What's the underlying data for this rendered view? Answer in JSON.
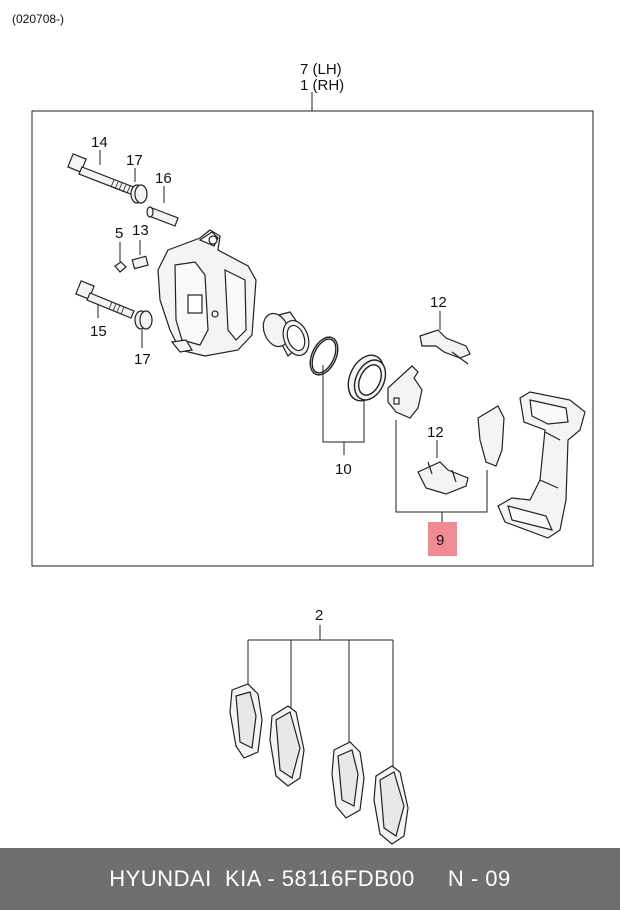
{
  "header": {
    "code": "(020708-)"
  },
  "labels": {
    "assembly_lh": "7 (LH)",
    "assembly_rh": "1 (RH)",
    "p14": "14",
    "p17a": "17",
    "p16": "16",
    "p5": "5",
    "p13": "13",
    "p15": "15",
    "p17b": "17",
    "p12a": "12",
    "p12b": "12",
    "p10": "10",
    "p9": "9",
    "p2": "2"
  },
  "colors": {
    "highlight": "#f08a94",
    "footer_bg": "#6f6f6f",
    "line": "#222222"
  },
  "footer": {
    "brand": "HYUNDAI  KIA - 58116FDB00",
    "page": "N - 09"
  }
}
